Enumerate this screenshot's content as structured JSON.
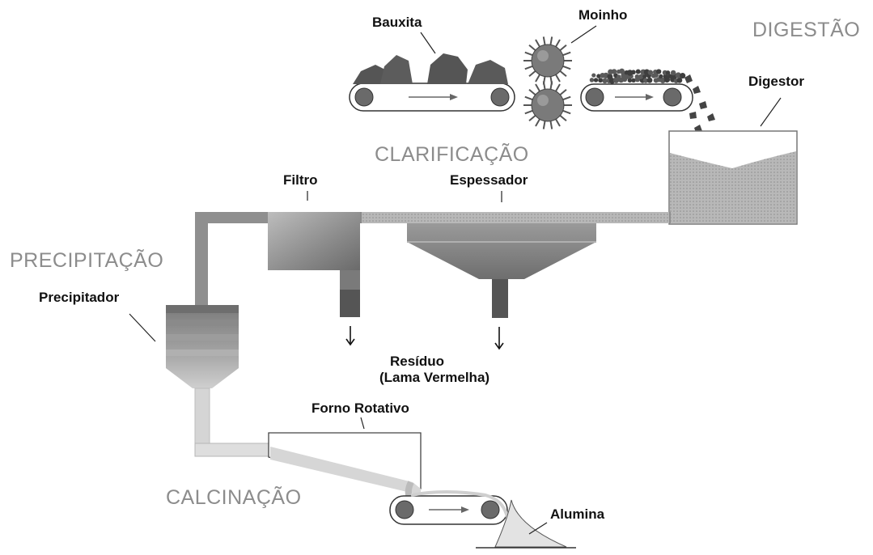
{
  "stages": {
    "digestao": "DIGESTÃO",
    "clarificacao": "CLARIFICAÇÃO",
    "precipitacao": "PRECIPITAÇÃO",
    "calcinacao": "CALCINAÇÃO"
  },
  "labels": {
    "bauxita": "Bauxita",
    "moinho": "Moinho",
    "digestor": "Digestor",
    "filtro": "Filtro",
    "espessador": "Espessador",
    "precipitador": "Precipitador",
    "residuo_line1": "Resíduo",
    "residuo_line2": "(Lama Vermelha)",
    "forno_rotativo": "Forno Rotativo",
    "alumina": "Alumina"
  },
  "colors": {
    "pipe": "#8f8f8f",
    "dark": "#555555",
    "slurry": "#a9a9a9",
    "light": "#d9d9d9"
  }
}
